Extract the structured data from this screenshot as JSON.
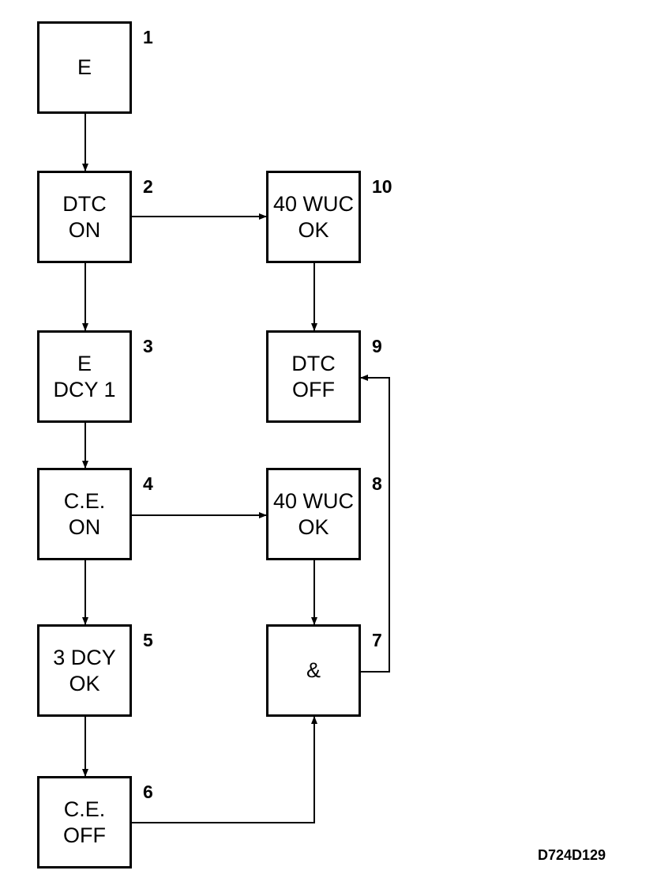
{
  "diagram": {
    "boxes": [
      {
        "number": "1",
        "lines": [
          "E"
        ]
      },
      {
        "number": "2",
        "lines": [
          "DTC",
          "ON"
        ]
      },
      {
        "number": "3",
        "lines": [
          "E",
          "DCY 1"
        ]
      },
      {
        "number": "4",
        "lines": [
          "C.E.",
          "ON"
        ]
      },
      {
        "number": "5",
        "lines": [
          "3 DCY",
          "OK"
        ]
      },
      {
        "number": "6",
        "lines": [
          "C.E.",
          "OFF"
        ]
      },
      {
        "number": "7",
        "lines": [
          "&"
        ]
      },
      {
        "number": "8",
        "lines": [
          "40 WUC",
          "OK"
        ]
      },
      {
        "number": "9",
        "lines": [
          "DTC",
          "OFF"
        ]
      },
      {
        "number": "10",
        "lines": [
          "40 WUC",
          "OK"
        ]
      }
    ],
    "connections": [
      {
        "from": "1",
        "to": "2"
      },
      {
        "from": "2",
        "to": "3"
      },
      {
        "from": "3",
        "to": "4"
      },
      {
        "from": "4",
        "to": "5"
      },
      {
        "from": "5",
        "to": "6"
      },
      {
        "from": "2",
        "to": "10"
      },
      {
        "from": "10",
        "to": "9"
      },
      {
        "from": "4",
        "to": "8"
      },
      {
        "from": "8",
        "to": "7"
      },
      {
        "from": "6",
        "to": "7"
      },
      {
        "from": "7",
        "to": "9"
      }
    ],
    "figure_id": "D724D129"
  }
}
